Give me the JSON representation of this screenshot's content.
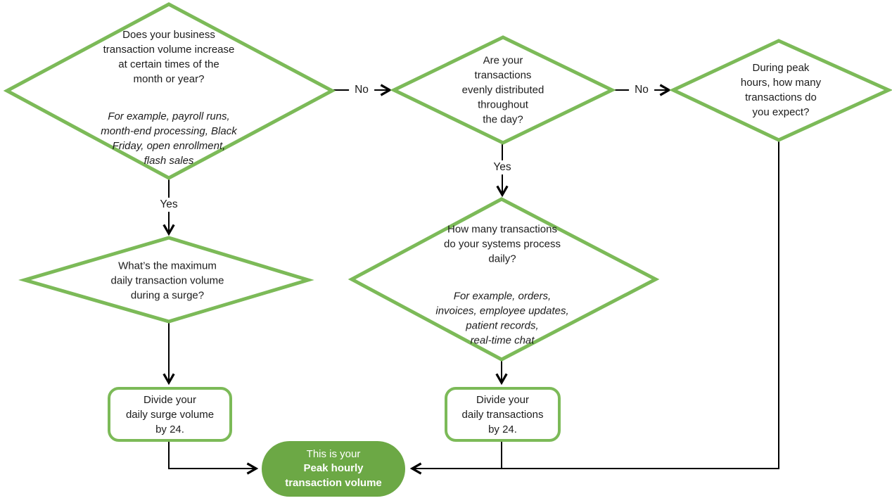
{
  "colors": {
    "shape_stroke": "#7CBA58",
    "pill_fill": "#6CA845",
    "line": "#000000",
    "text": "#1C1C1C",
    "pill_text": "#FFFFFF",
    "background": "#FFFFFF"
  },
  "nodes": {
    "q_seasonal": {
      "question": "Does your business\ntransaction volume increase\nat certain times of the\nmonth or year?",
      "example": "For example, payroll runs,\nmonth-end processing, Black\nFriday, open enrollment,\nflash sales"
    },
    "q_even": {
      "question": "Are your\ntransactions\nevenly distributed\nthroughout\nthe day?"
    },
    "q_peak": {
      "question": "During peak\nhours, how many\ntransactions do\nyou expect?"
    },
    "q_surge_max": {
      "question": "What’s the maximum\ndaily transaction volume\nduring a surge?"
    },
    "q_daily_count": {
      "question": "How many transactions\ndo your systems process\ndaily?",
      "example": "For example, orders,\ninvoices, employee updates,\npatient records,\nreal-time chat"
    },
    "divide_surge": {
      "text": "Divide your\ndaily surge volume\nby 24."
    },
    "divide_daily": {
      "text": "Divide your\ndaily transactions\nby 24."
    },
    "result": {
      "intro": "This is your",
      "emphasis": "Peak hourly\ntransaction volume"
    }
  },
  "edge_labels": {
    "no_seasonal": "No",
    "no_even": "No",
    "yes_seasonal": "Yes",
    "yes_even": "Yes"
  }
}
